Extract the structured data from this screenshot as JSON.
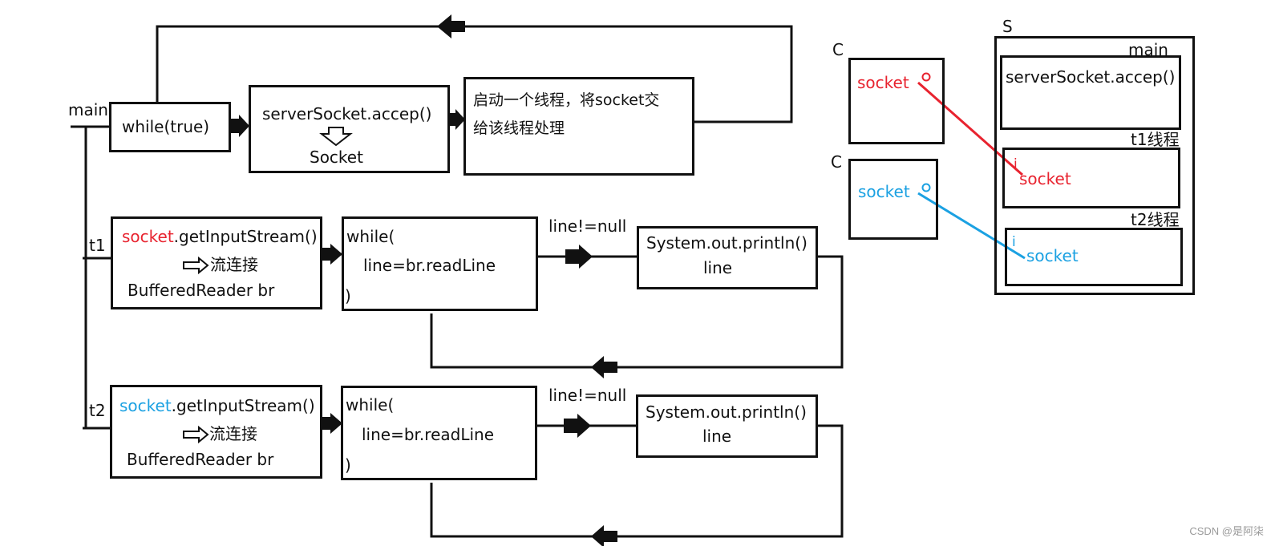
{
  "main_label": "main",
  "t1_label": "t1",
  "t2_label": "t2",
  "while_true": "while(true)",
  "accept_call": "serverSocket.accep()",
  "socket_result": "Socket",
  "thread_start_line1": "启动一个线程，将socket交",
  "thread_start_line2": "给该线程处理",
  "rows": [
    {
      "socket_word": "socket",
      "get_input": ".getInputStream()",
      "stream_conn": "流连接",
      "buffered_reader": "BufferedReader br",
      "while_open": "while(",
      "readline": "line=br.readLine",
      "while_close": ")",
      "cond": "line!=null",
      "println": "System.out.println()",
      "line_word": "line"
    },
    {
      "socket_word": "socket",
      "get_input": ".getInputStream()",
      "stream_conn": "流连接",
      "buffered_reader": "BufferedReader br",
      "while_open": "while(",
      "readline": "line=br.readLine",
      "while_close": ")",
      "cond": "line!=null",
      "println": "System.out.println()",
      "line_word": "line"
    }
  ],
  "client1_label": "C",
  "client1_socket": "socket",
  "client2_label": "C",
  "client2_socket": "socket",
  "server_label": "S",
  "server_main": "main",
  "server_accept": "serverSocket.accep()",
  "t1_thread": "t1线程",
  "t1_socket": "socket",
  "t2_thread": "t2线程",
  "t2_socket": "socket",
  "end_marker": "i",
  "watermark": "CSDN @是阿柒",
  "colors": {
    "client1": "#e8232f",
    "client2": "#1ba1e2",
    "stroke": "#111111"
  }
}
